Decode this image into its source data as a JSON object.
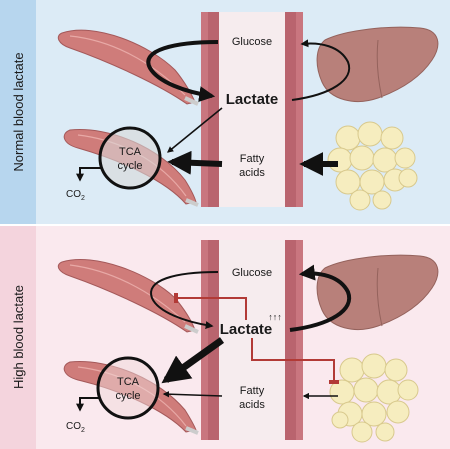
{
  "panels": {
    "normal": {
      "side_label": "Normal blood lactate",
      "glucose": "Glucose",
      "lactate": "Lactate",
      "fatty_line1": "Fatty",
      "fatty_line2": "acids",
      "tca_line1": "TCA",
      "tca_line2": "cycle",
      "co2_main": "CO",
      "co2_sub": "2"
    },
    "high": {
      "side_label": "High blood lactate",
      "glucose": "Glucose",
      "lactate": "Lactate",
      "lactate_indicator": "↑↑↑",
      "fatty_line1": "Fatty",
      "fatty_line2": "acids",
      "tca_line1": "TCA",
      "tca_line2": "cycle",
      "co2_main": "CO",
      "co2_sub": "2"
    }
  },
  "colors": {
    "normal_label_bg": "#b7d6ee",
    "normal_panel_bg": "#dcebf6",
    "high_label_bg": "#f4d4dd",
    "high_panel_bg": "#fae9ee",
    "vessel_outer": "#c9767f",
    "vessel_inner": "#f6ecee",
    "muscle": "#cf7c7a",
    "liver": "#b8807a",
    "fat": "#f6edbf",
    "inhibit": "#b23a36",
    "arrow": "#111111"
  }
}
